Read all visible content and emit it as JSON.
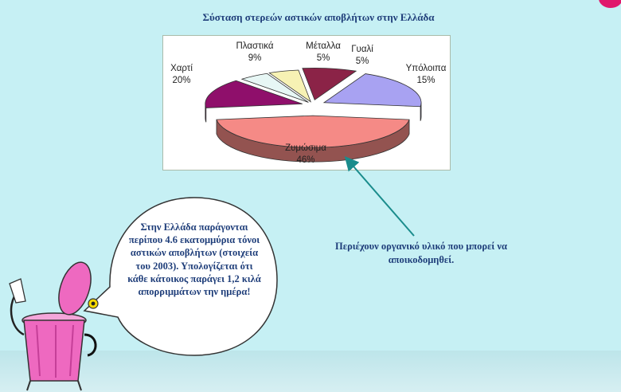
{
  "slide": {
    "title": "Σύσταση στερεών αστικών αποβλήτων στην Ελλάδα",
    "bubble_text": "Στην Ελλάδα παράγονται περίπου 4.6 εκατομμύρια τόνοι αστικών αποβλήτων (στοιχεία του 2003). Υπολογίζεται ότι κάθε κάτοικος παράγει 1,2 κιλά απορριμμάτων την ημέρα!",
    "note_text": "Περιέχουν οργανικό υλικό που μπορεί να αποικοδομηθεί."
  },
  "colors": {
    "background": "#c6f0f4",
    "text_blue": "#1f3e7a",
    "arrow": "#1a8c8c",
    "bin_pink": "#ee69c0"
  },
  "chart_data": {
    "type": "pie",
    "title": "Σύσταση στερεών αστικών αποβλήτων στην Ελλάδα",
    "style": "3d-exploded",
    "categories": [
      "Ζυμώσιμα",
      "Υπόλοιπα",
      "Γυαλί",
      "Μέταλλα",
      "Πλαστικά",
      "Χαρτί"
    ],
    "values": [
      46,
      15,
      5,
      5,
      9,
      20
    ],
    "value_labels": [
      "46%",
      "15%",
      "5%",
      "5%",
      "9%",
      "20%"
    ],
    "colors": [
      "#f58a86",
      "#8f0f6b",
      "#e7f7f5",
      "#f7f2b4",
      "#8b2347",
      "#a8a2f2"
    ],
    "legend": "none"
  }
}
